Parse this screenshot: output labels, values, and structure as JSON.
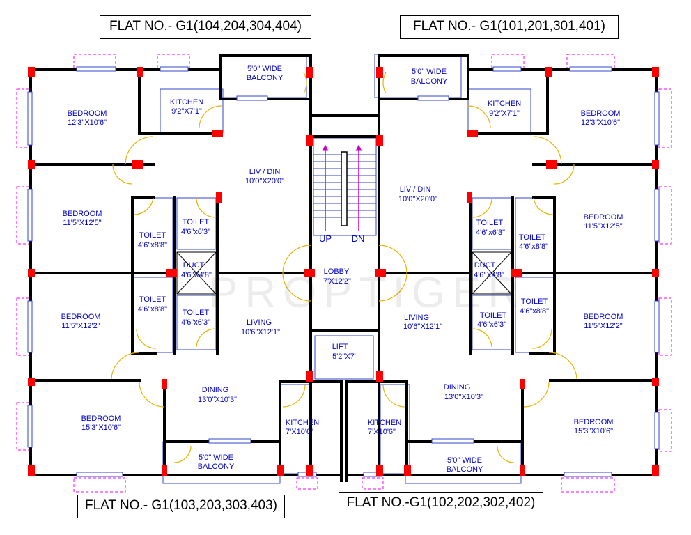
{
  "flats": {
    "top_left": "FLAT NO.- G1(104,204,304,404)",
    "top_right": "FLAT NO.- G1(101,201,301,401)",
    "bottom_left": "FLAT NO.- G1(103,203,303,403)",
    "bottom_right": "FLAT NO.-G1(102,202,302,402)"
  },
  "watermark": "PROPTIGER",
  "stair": {
    "up": "UP",
    "down": "DN"
  },
  "rooms": [
    {
      "id": "tl-balcony",
      "name": "5'0\" WIDE",
      "size": "BALCONY"
    },
    {
      "id": "tl-kitchen",
      "name": "KITCHEN",
      "size": "9'2\"X7'1\""
    },
    {
      "id": "tl-bedroom-1",
      "name": "BEDROOM",
      "size": "12'3\"X10'6\""
    },
    {
      "id": "tl-livdin",
      "name": "LIV / DIN",
      "size": "10'0\"X20'0\""
    },
    {
      "id": "tl-bedroom-2",
      "name": "BEDROOM",
      "size": "11'5\"X12'5\""
    },
    {
      "id": "tl-toilet-1",
      "name": "TOILET",
      "size": "4'6\"x8'8\""
    },
    {
      "id": "tl-toilet-2",
      "name": "TOILET",
      "size": "4'6\"x6'3\""
    },
    {
      "id": "tl-duct",
      "name": "DUCT",
      "size": "4'6\"X4'8\""
    },
    {
      "id": "bl-bedroom-1",
      "name": "BEDROOM",
      "size": "11'5\"X12'2\""
    },
    {
      "id": "bl-toilet-1",
      "name": "TOILET",
      "size": "4'6\"x8'8\""
    },
    {
      "id": "bl-toilet-2",
      "name": "TOILET",
      "size": "4'6\"x6'3\""
    },
    {
      "id": "bl-living",
      "name": "LIVING",
      "size": "10'6\"X12'1\""
    },
    {
      "id": "bl-dining",
      "name": "DINING",
      "size": "13'0\"X10'3\""
    },
    {
      "id": "bl-bedroom-2",
      "name": "BEDROOM",
      "size": "15'3\"X10'6\""
    },
    {
      "id": "bl-kitchen",
      "name": "KITCHEN",
      "size": "7'X10'6\""
    },
    {
      "id": "bl-balcony",
      "name": "5'0\" WIDE",
      "size": "BALCONY"
    },
    {
      "id": "lobby",
      "name": "LOBBY",
      "size": "7'X12'2\""
    },
    {
      "id": "lift",
      "name": "LIFT",
      "size": "5'2\"X7'"
    },
    {
      "id": "tr-balcony",
      "name": "5'0\" WIDE",
      "size": "BALCONY"
    },
    {
      "id": "tr-kitchen",
      "name": "KITCHEN",
      "size": "9'2\"X7'1\""
    },
    {
      "id": "tr-bedroom-1",
      "name": "BEDROOM",
      "size": "12'3\"X10'6\""
    },
    {
      "id": "tr-livdin",
      "name": "LIV / DIN",
      "size": "10'0\"X20'0\""
    },
    {
      "id": "tr-bedroom-2",
      "name": "BEDROOM",
      "size": "11'5\"X12'5\""
    },
    {
      "id": "tr-toilet-1",
      "name": "TOILET",
      "size": "4'6\"x6'3\""
    },
    {
      "id": "tr-toilet-2",
      "name": "TOILET",
      "size": "4'6\"x8'8\""
    },
    {
      "id": "tr-duct",
      "name": "DUCT",
      "size": "4'6\"X4'8\""
    },
    {
      "id": "br-living",
      "name": "LIVING",
      "size": "10'6\"X12'1\""
    },
    {
      "id": "br-toilet-1",
      "name": "TOILET",
      "size": "4'6\"x6'3\""
    },
    {
      "id": "br-toilet-2",
      "name": "TOILET",
      "size": "4'6\"x8'8\""
    },
    {
      "id": "br-bedroom-1",
      "name": "BEDROOM",
      "size": "11'5\"X12'2\""
    },
    {
      "id": "br-dining",
      "name": "DINING",
      "size": "13'0\"X10'3\""
    },
    {
      "id": "br-bedroom-2",
      "name": "BEDROOM",
      "size": "15'3\"X10'6\""
    },
    {
      "id": "br-kitchen",
      "name": "KITCHEN",
      "size": "7'X10'6\""
    },
    {
      "id": "br-balcony",
      "name": "5'0\" WIDE",
      "size": "BALCONY"
    }
  ],
  "colors": {
    "wall": "#000000",
    "column": "#ff0000",
    "label": "#0000cc",
    "door": "#e8b400",
    "window": "#3344cc",
    "projection": "#ff00ff",
    "arrow": "#cc00cc"
  }
}
